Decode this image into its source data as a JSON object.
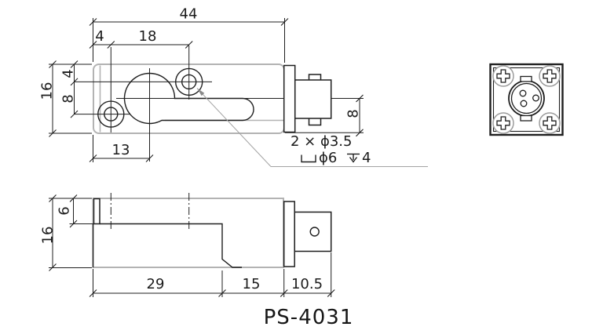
{
  "part_label": "PS-4031",
  "top_view": {
    "dim_overall_width": "44",
    "dim_hole1_x": "4",
    "dim_hole_pitch_x": "18",
    "dim_overall_height": "16",
    "dim_hole1_y": "4",
    "dim_hole_pitch_y": "8",
    "dim_sensing_center": "13",
    "dim_connector_height": "8",
    "note_holes": "2 × ϕ3.5",
    "note_counterbore_dia": "ϕ6",
    "note_counterbore_depth": "4"
  },
  "side_view": {
    "dim_height": "16",
    "dim_face_height": "6",
    "dim_body_length": "29",
    "dim_step_length": "15",
    "dim_connector_length": "10.5"
  }
}
